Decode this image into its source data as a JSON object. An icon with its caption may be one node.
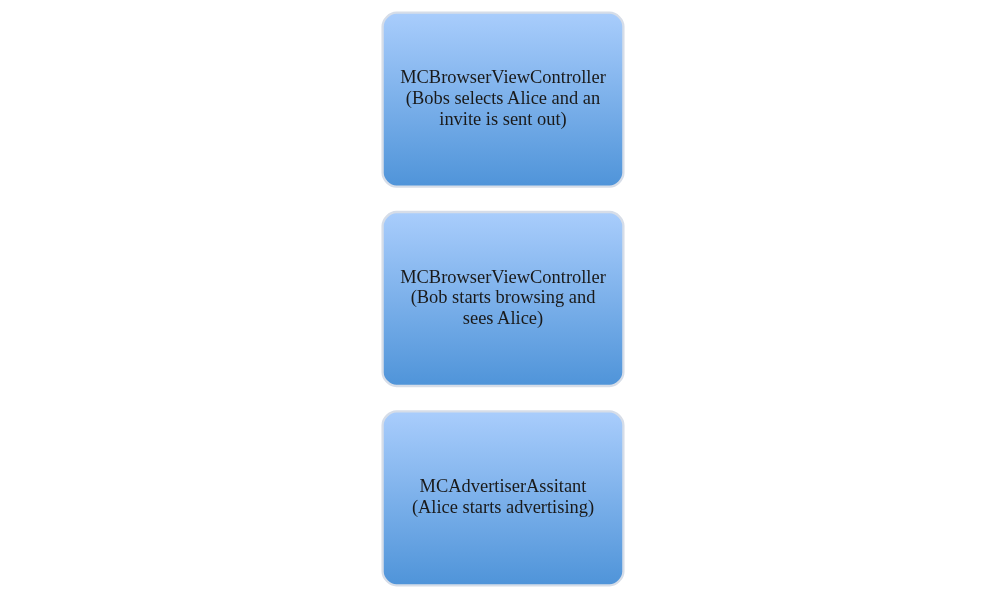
{
  "diagram": {
    "nodes": [
      {
        "text": [
          "MCAdvertiserAssitant",
          "(Alice starts advertising)"
        ]
      },
      {
        "text": [
          "MCBrowserViewController",
          "(Bob starts browsing and sees Alice)"
        ]
      },
      {
        "text": [
          "MCBrowserViewController",
          "(Bobs selects Alice and an invite is sent out)"
        ]
      }
    ],
    "edges": []
  }
}
